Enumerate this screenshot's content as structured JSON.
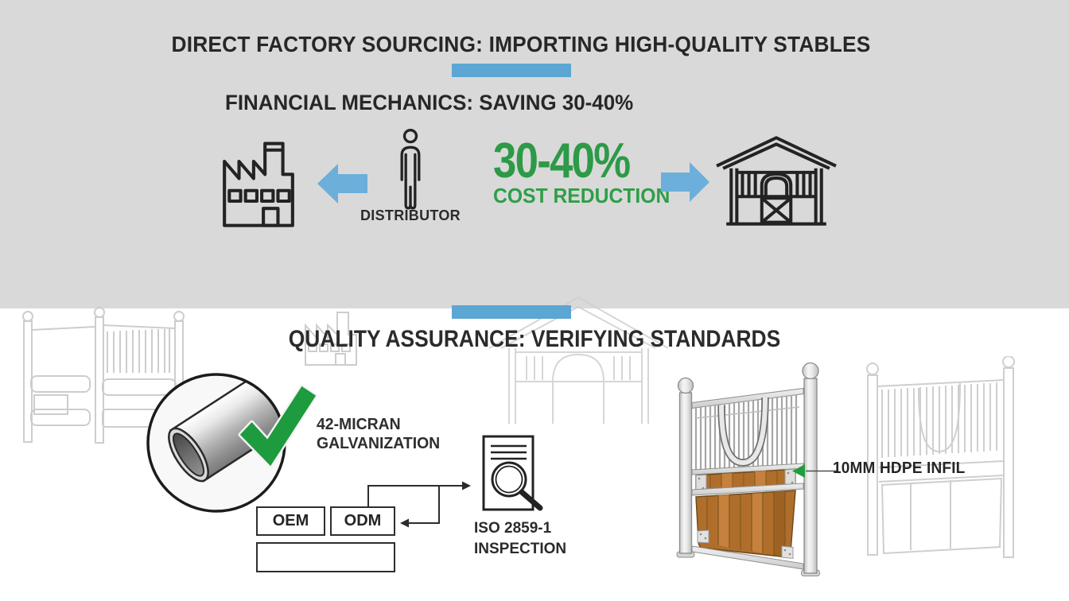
{
  "colors": {
    "top_background": "#c0dce9",
    "bottom_background": "#d9d9d9",
    "divider": "#fcfcfc",
    "accent_blue": "#5ba6d2",
    "arrow_blue": "#6cafdb",
    "accent_green": "#2f9e48",
    "check_green": "#1d9b3e",
    "ink": "#262626",
    "wood_brown": "#b06e2c"
  },
  "header": {
    "title": "DIRECT FACTORY SOURCING: IMPORTING HIGH-QUALITY STABLES"
  },
  "financial_section": {
    "title": "FINANCIAL MECHANICS: SAVING 30-40%",
    "distributor_label": "DISTRIBUTOR",
    "stat_value": "30-40%",
    "stat_label": "COST REDUCTION"
  },
  "quality_section": {
    "title": "QUALITY ASSURANCE: VERIFYING STANDARDS",
    "galvanization_label_line1": "42-MICRAN",
    "galvanization_label_line2": "GALVANIZATION",
    "flow_boxes": {
      "oem": "OEM",
      "odm": "ODM"
    },
    "inspection_label_line1": "ISO 2859-1",
    "inspection_label_line2": "INSPECTION",
    "hdpe_label": "10MM HDPE INFIL"
  },
  "icons": {
    "factory-icon": "line-art factory with sawtooth roof and chimney",
    "arrow-left-icon": "←",
    "distributor-icon": "person outline",
    "arrow-right-icon": "→",
    "barn-icon": "line-art stable barn with arched door and X gate",
    "pipe-magnifier-icon": "galvanized steel pipe in magnifier circle",
    "checkmark-icon": "✓",
    "document-inspection-icon": "document with magnifying glass",
    "hdpe-pointer-icon": "◄"
  }
}
